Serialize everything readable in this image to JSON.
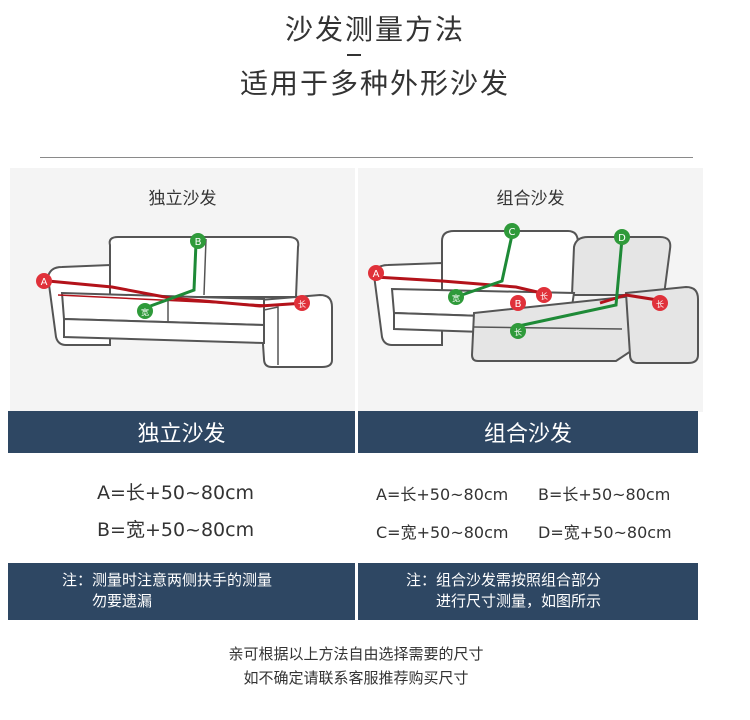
{
  "header": {
    "title_line1": "沙发测量方法",
    "title_line2": "适用于多种外形沙发"
  },
  "left_panel": {
    "label": "独立沙发",
    "markers": {
      "a": "A",
      "b": "B",
      "width": "宽",
      "length": "长"
    },
    "banner": "独立沙发",
    "formulas": [
      "A=长+50~80cm",
      "B=宽+50~80cm"
    ],
    "note_prefix": "注：",
    "note_lines": [
      "测量时注意两侧扶手的测量",
      "勿要遗漏"
    ]
  },
  "right_panel": {
    "label": "组合沙发",
    "markers": {
      "a": "A",
      "b": "B",
      "c": "C",
      "d": "D",
      "width": "宽",
      "length": "长"
    },
    "banner": "组合沙发",
    "formulas": [
      "A=长+50~80cm",
      "B=长+50~80cm",
      "C=宽+50~80cm",
      "D=宽+50~80cm"
    ],
    "note_prefix": "注：",
    "note_lines": [
      "组合沙发需按照组合部分",
      "进行尺寸测量，如图所示"
    ]
  },
  "footer": {
    "line1": "亲可根据以上方法自由选择需要的尺寸",
    "line2": "如不确定请联系客服推荐购买尺寸"
  },
  "colors": {
    "banner": "#2e4763",
    "red_marker": "#e0313a",
    "green_marker": "#2f9a3a",
    "measure_red": "#b3121a",
    "measure_green": "#1e8a37"
  }
}
